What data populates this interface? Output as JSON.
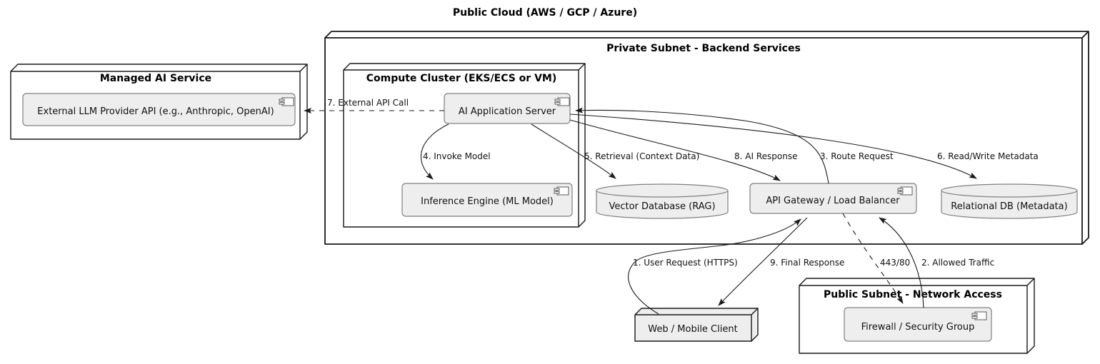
{
  "diagram_title": "Public Cloud (AWS / GCP / Azure)",
  "nodes": {
    "managed_ai_service": {
      "label": "Managed AI Service"
    },
    "private_subnet": {
      "label": "Private Subnet - Backend Services"
    },
    "compute_cluster": {
      "label": "Compute Cluster (EKS/ECS or VM)"
    },
    "public_subnet": {
      "label": "Public Subnet - Network Access"
    },
    "web_client": {
      "label": "Web / Mobile Client"
    }
  },
  "components": {
    "llm_api": {
      "label": "External LLM Provider API (e.g., Anthropic, OpenAI)"
    },
    "ai_app_server": {
      "label": "AI Application Server"
    },
    "inference_engine": {
      "label": "Inference Engine (ML Model)"
    },
    "api_gateway": {
      "label": "API Gateway / Load Balancer"
    },
    "firewall": {
      "label": "Firewall / Security Group"
    }
  },
  "databases": {
    "vector_db": {
      "label": "Vector Database (RAG)"
    },
    "relational_db": {
      "label": "Relational DB (Metadata)"
    }
  },
  "edges": {
    "user_request": {
      "label": "1. User Request (HTTPS)",
      "style": "solid"
    },
    "allowed_traffic": {
      "label": "2. Allowed Traffic",
      "style": "solid"
    },
    "route_request": {
      "label": "3. Route Request",
      "style": "solid"
    },
    "invoke_model": {
      "label": "4. Invoke Model",
      "style": "solid"
    },
    "retrieval": {
      "label": "5. Retrieval (Context Data)",
      "style": "solid"
    },
    "read_write_metadata": {
      "label": "6. Read/Write Metadata",
      "style": "solid"
    },
    "external_api_call": {
      "label": "7. External API Call",
      "style": "dashed"
    },
    "ai_response": {
      "label": "8. AI Response",
      "style": "solid"
    },
    "final_response": {
      "label": "9. Final Response",
      "style": "solid"
    },
    "port_rule": {
      "label": "443/80",
      "style": "dashed"
    }
  },
  "colors": {
    "background": "#ffffff",
    "node_fill": "#ffffff",
    "node_border": "#181818",
    "component_fill": "#eeeeee",
    "component_border": "#808080",
    "client_node_fill": "#eeeeee",
    "edge_color": "#1a1a1a",
    "text_color": "#000000"
  }
}
